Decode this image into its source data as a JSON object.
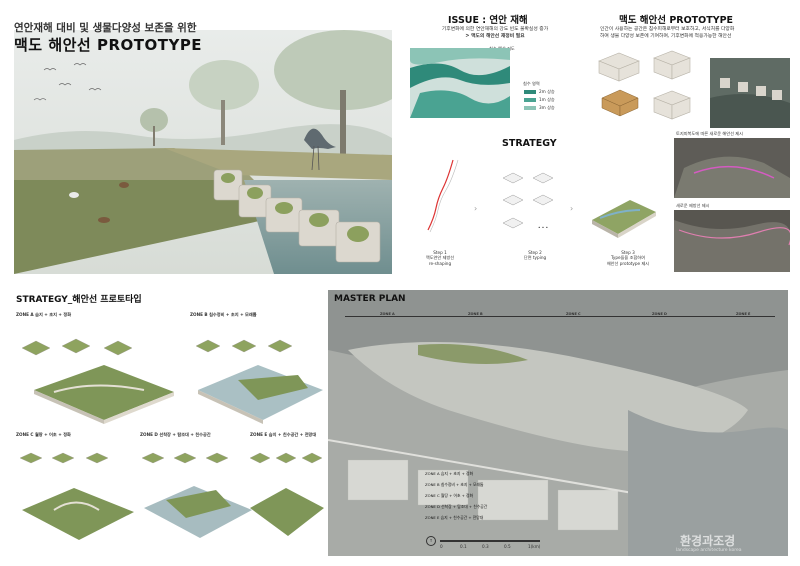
{
  "header": {
    "subtitle": "연안재해 대비 및 생물다양성 보존을 위한",
    "title": "맥도 해안선 PROTOTYPE"
  },
  "issue": {
    "title": "ISSUE : 연안 재해",
    "desc_line1": "기후변화에 의한 연안재해의 강도 빈도 불확실성 증가",
    "desc_line2": "> 맥도의 해안선 재정비 필요",
    "map_caption": "침수 예상 지도",
    "legend_title": "침수 영역",
    "legend_items": [
      "2m 상승",
      "1m 상승",
      "3m 상승"
    ],
    "colors": [
      "#2f8a7a",
      "#4aa392",
      "#8cc4b6"
    ]
  },
  "prototype": {
    "title": "맥도 해안선 PROTOTYPE",
    "desc_line1": "인간이 사용하는 공간은 침수피해로부터 보호하고, 서식처를 다양화",
    "desc_line2": "하여 생물 다양성 보존에 기여하며, 기후변화에 적응가능한 해안선",
    "caption1": "토지피복도에 따른 새로운 해안선 제시",
    "caption2": "새로운 제방선 제시"
  },
  "strategy": {
    "title": "STRATEGY",
    "step1_line1": "Step 1",
    "step1_line2": "맥도연안 제방선",
    "step1_line3": "re-shaping",
    "step2_line1": "Step 2",
    "step2_line2": "단면 typing",
    "step3_line1": "Step 3",
    "step3_line2": "Type들을 조합하여",
    "step3_line3": "해안선 prototype 제시",
    "dots": "• • •"
  },
  "strategy_types": {
    "title": "STRATEGY_해안선 프로토타입",
    "zone_a": "ZONE A 습지 + 초지 + 정화",
    "zone_b": "ZONE B 침수정비 + 초지 + 모래톱",
    "zone_c": "ZONE C 월땅 + 어초 + 정화",
    "zone_d": "ZONE D 선착장 + 탐조대 + 친수공간",
    "zone_e": "ZONE E 습지 + 친수공간 + 전망대"
  },
  "master_plan": {
    "title": "MASTER PLAN",
    "zones": [
      "ZONE A",
      "ZONE B",
      "ZONE C",
      "ZONE D",
      "ZONE E"
    ],
    "legend": [
      "ZONE A 습지 + 초지 + 정화",
      "ZONE B 침수정비 + 초지 + 모래톱",
      "ZONE C 월땅 + 어초 + 정화",
      "ZONE D 선착장 + 탐조대 + 친수공간",
      "ZONE E 습지 + 친수공간 + 전망대"
    ],
    "scale": [
      "0",
      "0.1",
      "0.3",
      "0.5",
      "1(km)"
    ]
  },
  "watermark": {
    "line1": "환경과조경",
    "line2": "landscape architecture korea"
  }
}
